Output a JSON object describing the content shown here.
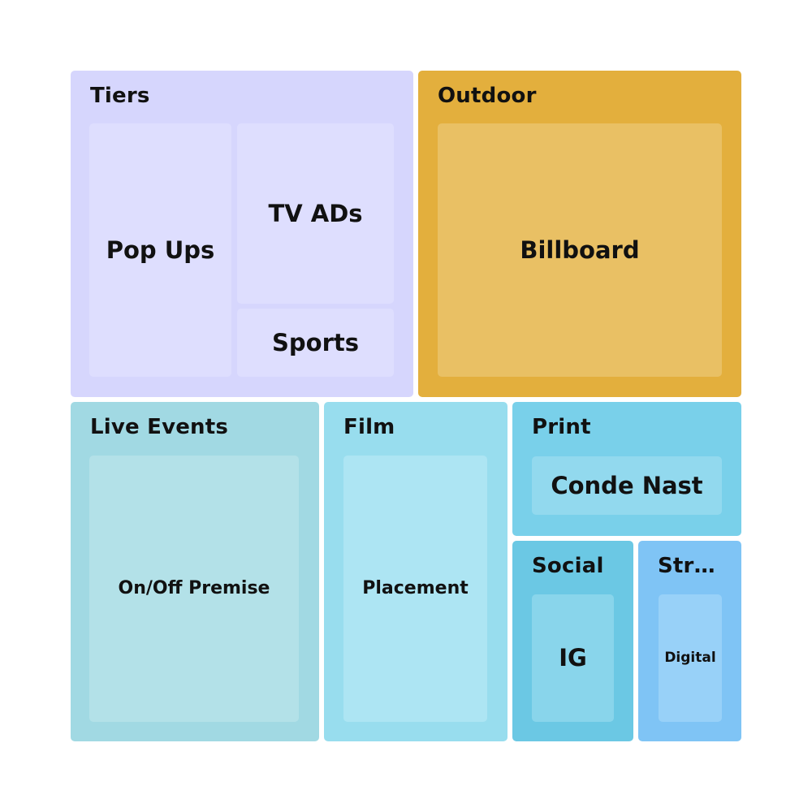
{
  "chart_data": {
    "type": "treemap",
    "groups": [
      {
        "name": "Tiers",
        "color": "#d6d6fd",
        "leaf_color": "#dedefe",
        "children": [
          {
            "name": "Pop Ups",
            "label_size": "large"
          },
          {
            "name": "TV ADs",
            "label_size": "large"
          },
          {
            "name": "Sports",
            "label_size": "large"
          }
        ]
      },
      {
        "name": "Outdoor",
        "color": "#e3af3d",
        "leaf_color": "#e9c064",
        "children": [
          {
            "name": "Billboard",
            "label_size": "large"
          }
        ]
      },
      {
        "name": "Live Events",
        "color": "#a1d9e3",
        "leaf_color": "#b3e1e8",
        "children": [
          {
            "name": "On/Off Premise",
            "label_size": "medium"
          }
        ]
      },
      {
        "name": "Film",
        "color": "#98ddee",
        "leaf_color": "#ade5f3",
        "children": [
          {
            "name": "Placement",
            "label_size": "medium"
          }
        ]
      },
      {
        "name": "Print",
        "color": "#79d0ea",
        "leaf_color": "#92d9ee",
        "children": [
          {
            "name": "Conde Nast",
            "label_size": "large"
          }
        ]
      },
      {
        "name": "Social",
        "color": "#6bc8e4",
        "leaf_color": "#89d5eb",
        "children": [
          {
            "name": "IG",
            "label_size": "large"
          }
        ]
      },
      {
        "name": "Str…",
        "color": "#7fc4f5",
        "leaf_color": "#98d1f8",
        "children": [
          {
            "name": "Digital",
            "label_size": "small"
          }
        ]
      }
    ]
  }
}
